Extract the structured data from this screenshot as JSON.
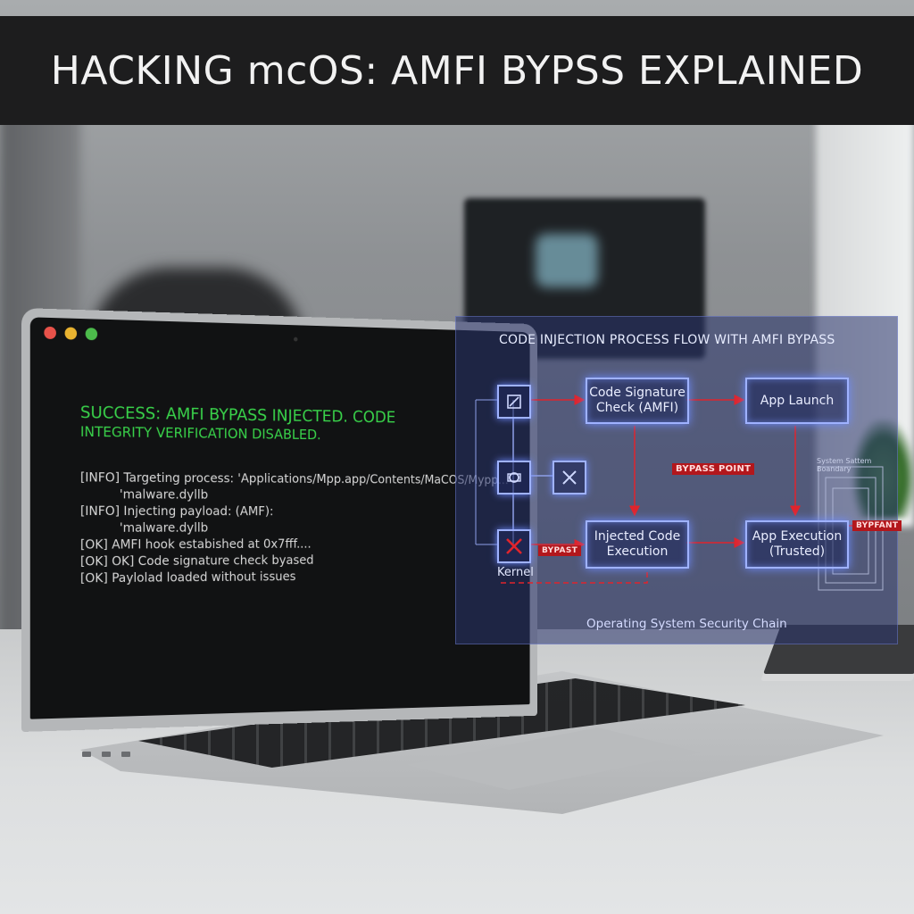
{
  "title": "HACKING mcOS: AMFI BYPSS EXPLAINED",
  "terminal": {
    "success_line1": "SUCCESS: AMFI BYPASS INJECTED. CODE",
    "success_line2": "INTEGRITY VERIFICATION DISABLED.",
    "log": [
      {
        "text": "[INFO] Targeting process: 'Applications/Mpp.app/Contents/MaCOS/Mypp...",
        "indent": false
      },
      {
        "text": "'malware.dyllb",
        "indent": true
      },
      {
        "text": "[INFO] Injecting payload: (AMF):",
        "indent": false
      },
      {
        "text": "'malware.dyllb",
        "indent": true
      },
      {
        "text": "[OK]  AMFI hook estabished at 0x7fff....",
        "indent": false
      },
      {
        "text": "[OK]  OK] Code signature check byased",
        "indent": false
      },
      {
        "text": "[OK]  Paylolad loaded without issues",
        "indent": false
      }
    ]
  },
  "diagram": {
    "title": "CODE INJECTION PROCESS FLOW WITH AMFI BYPASS",
    "footer": "Operating System Security Chain",
    "nodes": {
      "code_signature_line1": "Code Signature",
      "code_signature_line2": "Check (AMFI)",
      "app_launch": "App Launch",
      "injected_line1": "Injected Code",
      "injected_line2": "Execution",
      "app_exec_line1": "App Execution",
      "app_exec_line2": "(Trusted)"
    },
    "kernel_label": "Kernel",
    "bypass_point": "BYPASS POINT",
    "bypass_small": "BYPAST",
    "bypass_right": "BYPFANT",
    "system_boundary": "System Sattem Boandary",
    "icons": [
      "document-check-icon",
      "gear-chip-icon",
      "cross-icon",
      "red-cross-icon"
    ],
    "accent_color": "#9fb2ff",
    "alert_color": "#d6202a"
  },
  "window_dots": [
    "#e8524a",
    "#e9b330",
    "#4cbb4b"
  ]
}
